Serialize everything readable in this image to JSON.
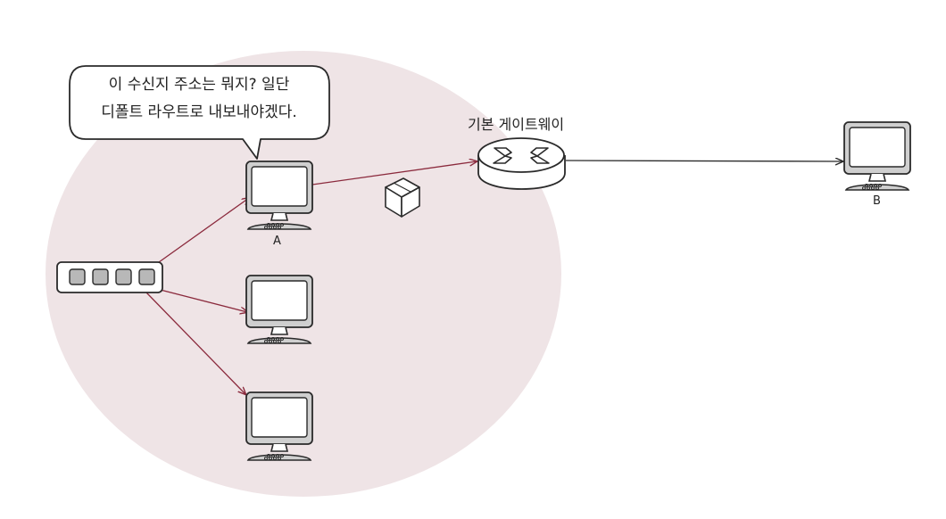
{
  "speech_bubble": {
    "line1": "이 수신지 주소는 뭐지? 일단",
    "line2": "디폴트 라우트로 내보내야겠다."
  },
  "labels": {
    "gateway": "기본 게이트웨이",
    "computer_a": "A",
    "computer_b": "B"
  },
  "colors": {
    "network_area": "#efe4e6",
    "arrow": "#8b2a3d",
    "outline": "#2a2a2a",
    "switch_port": "#b8b8b8",
    "monitor_face": "#cfcfcf"
  }
}
